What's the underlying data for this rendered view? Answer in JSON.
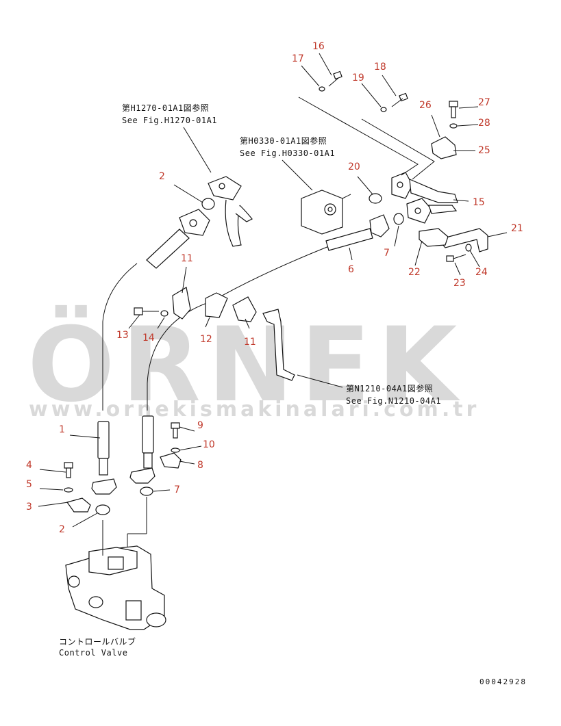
{
  "watermark": {
    "brand": "ÖRNEK",
    "url": "www.ornekismakinalari.com.tr",
    "color": "#d9d9d9"
  },
  "references": [
    {
      "jp": "第H1270-01A1図参照",
      "en": "See Fig.H1270-01A1"
    },
    {
      "jp": "第H0330-01A1図参照",
      "en": "See Fig.H0330-01A1"
    },
    {
      "jp": "第N1210-04A1図参照",
      "en": "See Fig.N1210-04A1"
    }
  ],
  "component": {
    "jp": "コントロールバルブ",
    "en": "Control Valve"
  },
  "callouts": [
    "1",
    "2",
    "3",
    "4",
    "5",
    "2",
    "7",
    "8",
    "9",
    "10",
    "11",
    "11",
    "12",
    "13",
    "14",
    "15",
    "16",
    "17",
    "18",
    "19",
    "20",
    "6",
    "7",
    "21",
    "22",
    "23",
    "24",
    "25",
    "26",
    "27",
    "28"
  ],
  "doc_number": "00042928",
  "colors": {
    "callout": "#c0392b",
    "line": "#111111"
  }
}
